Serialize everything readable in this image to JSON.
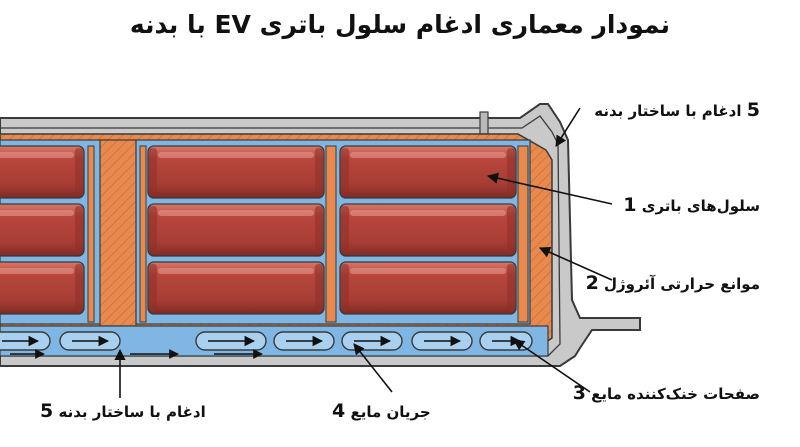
{
  "title": "نمودار معماری ادغام سلول باتری EV با بدنه",
  "labels": {
    "body_integration_top": {
      "num": "5",
      "text": "ادغام با ساختار بدنه"
    },
    "cells": {
      "num": "1",
      "text": "سلول‌های باتری"
    },
    "aerogel": {
      "num": "2",
      "text": "موانع حرارتی آئروژل"
    },
    "cooling_plates": {
      "num": "3",
      "text": "صفحات خنک‌کننده مایع"
    },
    "fluid_flow": {
      "num": "4",
      "text": "جریان مایع"
    },
    "body_integration_bottom": {
      "num": "5",
      "text": "ادغام با ساختار بدنه"
    }
  },
  "colors": {
    "housing": "#c9c9c9",
    "housing_stroke": "#3a3a3a",
    "aerogel": "#e88a4e",
    "coolant": "#7fb6e4",
    "cell_body": "#b8463c",
    "cell_dark": "#8e2f28",
    "cell_highlight": "#d8786a"
  }
}
